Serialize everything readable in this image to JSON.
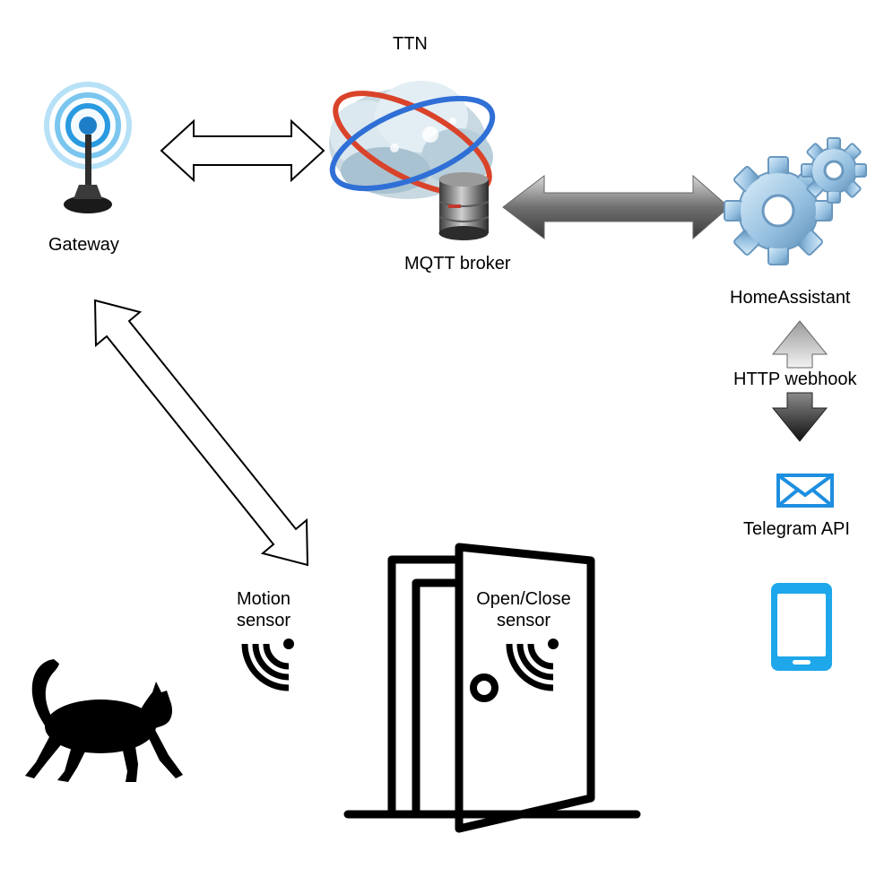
{
  "labels": {
    "ttn": "TTN",
    "gateway": "Gateway",
    "mqtt_broker": "MQTT broker",
    "home_assistant": "HomeAssistant",
    "http_webhook": "HTTP webhook",
    "telegram_api": "Telegram API",
    "motion_sensor": "Motion\nsensor",
    "open_close_sensor": "Open/Close\nsensor"
  },
  "icons": {
    "gateway": "wifi-antenna-icon",
    "broker": "cloud-database-icon",
    "home_assistant": "gears-icon",
    "telegram": "envelope-icon",
    "phone": "smartphone-icon",
    "cat": "cat-silhouette",
    "door": "open-door-icon",
    "sensor": "signal-waves-icon"
  },
  "colors": {
    "antenna_blue": "#3aa6e0",
    "gear_blue": "#9cc6e4",
    "mail_blue": "#1e8fe0",
    "phone_blue": "#1ea7ea",
    "orbit_red": "#d9432a",
    "orbit_blue": "#2f6fd6"
  }
}
